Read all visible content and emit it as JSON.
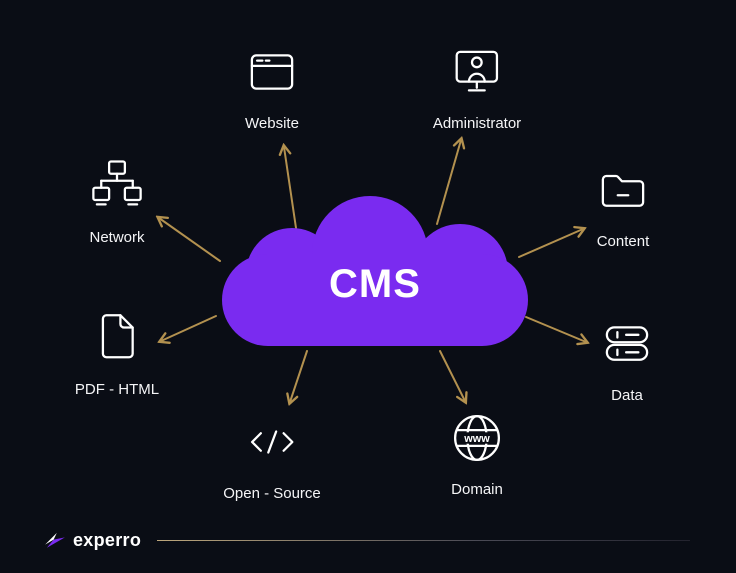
{
  "diagram": {
    "center": {
      "label": "CMS"
    },
    "connections": [
      {
        "from": "cms",
        "to": "website"
      },
      {
        "from": "cms",
        "to": "administrator"
      },
      {
        "from": "cms",
        "to": "network"
      },
      {
        "from": "cms",
        "to": "content"
      },
      {
        "from": "cms",
        "to": "pdf_html"
      },
      {
        "from": "cms",
        "to": "data"
      },
      {
        "from": "cms",
        "to": "open_source"
      },
      {
        "from": "cms",
        "to": "domain"
      }
    ]
  },
  "nodes": {
    "website": {
      "label": "Website",
      "icon": "browser-window-icon"
    },
    "administrator": {
      "label": "Administrator",
      "icon": "admin-monitor-icon"
    },
    "network": {
      "label": "Network",
      "icon": "network-monitors-icon"
    },
    "content": {
      "label": "Content",
      "icon": "folder-icon"
    },
    "pdf_html": {
      "label": "PDF - HTML",
      "icon": "document-icon"
    },
    "data": {
      "label": "Data",
      "icon": "server-stack-icon"
    },
    "open_source": {
      "label": "Open - Source",
      "icon": "code-brackets-icon"
    },
    "domain": {
      "label": "Domain",
      "icon": "www-globe-icon",
      "icon_text": "www"
    }
  },
  "colors": {
    "background": "#0a0d15",
    "cloud": "#7a2bf0",
    "arrow": "#b3914f",
    "label": "#f5f5f7"
  },
  "footer": {
    "brand": "experro"
  }
}
